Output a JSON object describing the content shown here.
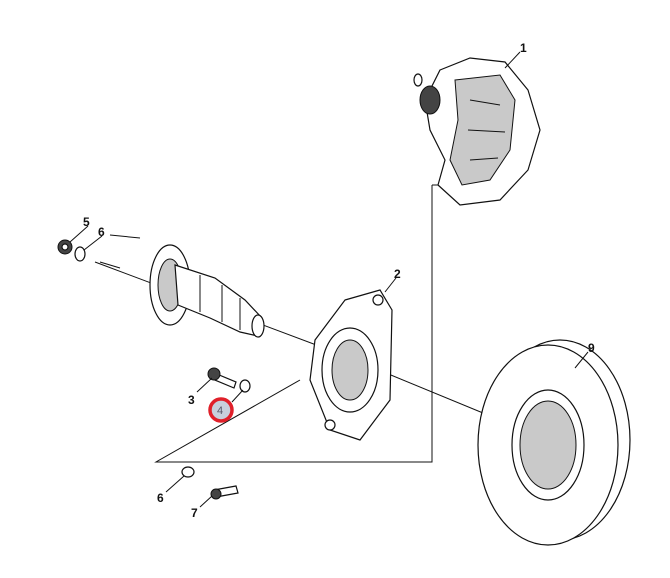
{
  "diagram": {
    "callouts": [
      {
        "id": "callout-1",
        "text": "1"
      },
      {
        "id": "callout-2",
        "text": "2"
      },
      {
        "id": "callout-3",
        "text": "3"
      },
      {
        "id": "callout-4",
        "text": "4",
        "highlighted": true
      },
      {
        "id": "callout-5",
        "text": "5"
      },
      {
        "id": "callout-6a",
        "text": "6"
      },
      {
        "id": "callout-6b",
        "text": "6"
      },
      {
        "id": "callout-7",
        "text": "7"
      },
      {
        "id": "callout-9",
        "text": "9"
      }
    ],
    "highlight_color": "#e0202a",
    "highlight_fill": "#c8d0dc"
  }
}
